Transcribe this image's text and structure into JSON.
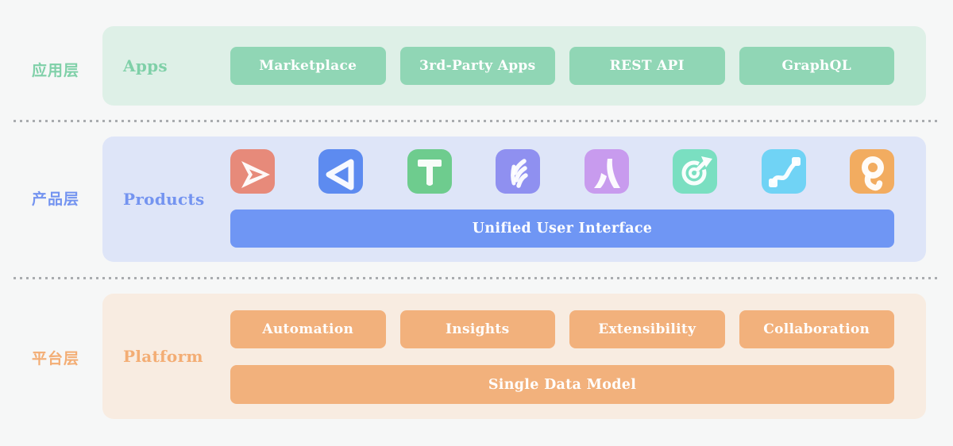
{
  "page": {
    "background": "#f6f7f7",
    "divider_color": "#a9acaf"
  },
  "layers": [
    {
      "side_label": "应用层",
      "title": "Apps",
      "accent": "#7fd0a8",
      "container_bg": "#def0e7",
      "chip_bg": "#90d6b5",
      "items": [
        "Marketplace",
        "3rd-Party Apps",
        "REST API",
        "GraphQL"
      ]
    },
    {
      "side_label": "产品层",
      "title": "Products",
      "accent": "#7494f0",
      "container_bg": "#dee5f8",
      "bar_bg": "#6f96f4",
      "bar_label": "Unified User Interface",
      "icons": [
        {
          "name": "project-arrow-icon",
          "color": "#e78a7a"
        },
        {
          "name": "triangle-icon",
          "color": "#5d8bf0"
        },
        {
          "name": "letter-t-icon",
          "color": "#6ecc8e"
        },
        {
          "name": "feather-icon",
          "color": "#8f90f0"
        },
        {
          "name": "peak-a-icon",
          "color": "#c89bee"
        },
        {
          "name": "target-dart-icon",
          "color": "#7adfc1"
        },
        {
          "name": "pipeline-curve-icon",
          "color": "#70d3f5"
        },
        {
          "name": "magnifier-q-icon",
          "color": "#f2ac60"
        }
      ]
    },
    {
      "side_label": "平台层",
      "title": "Platform",
      "accent": "#f3ad74",
      "container_bg": "#f8ece1",
      "chip_bg": "#f2b17c",
      "bar_bg": "#f2b17c",
      "bar_label": "Single Data Model",
      "items": [
        "Automation",
        "Insights",
        "Extensibility",
        "Collaboration"
      ]
    }
  ]
}
